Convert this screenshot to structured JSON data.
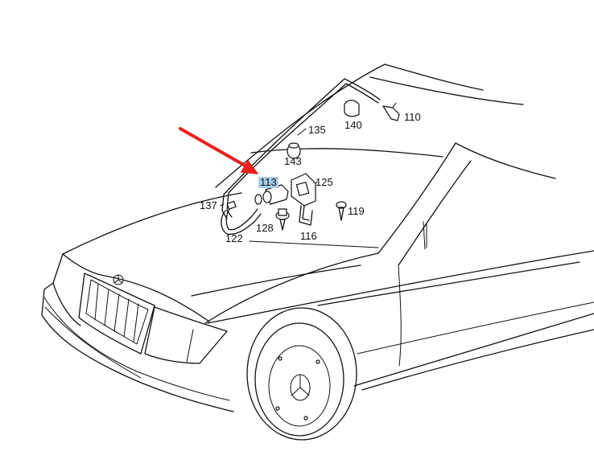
{
  "labels": {
    "p110": "110",
    "p113": "113",
    "p116": "116",
    "p119": "119",
    "p122": "122",
    "p125": "125",
    "p128": "128",
    "p135": "135",
    "p137": "137",
    "p140": "140",
    "p143": "143"
  },
  "highlight": {
    "part": "113",
    "color": "#a9cbe8"
  },
  "arrow": {
    "color": "#e8211d",
    "points_to": "113"
  }
}
